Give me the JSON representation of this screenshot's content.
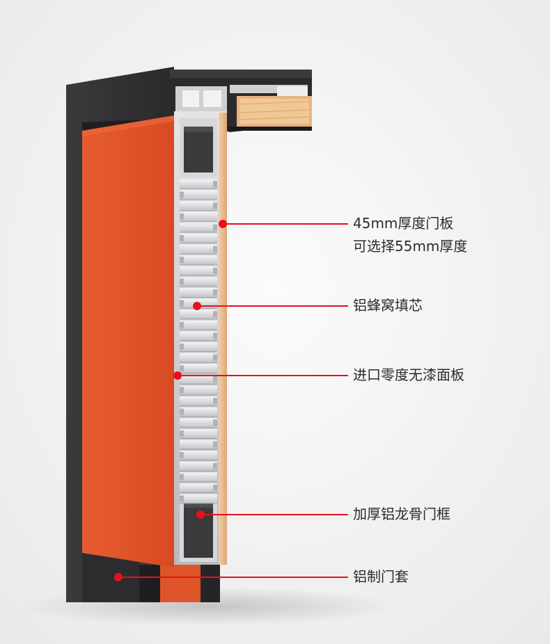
{
  "callouts": [
    {
      "id": "door-panel",
      "lines": [
        "45mm厚度门板",
        "可选择55mm厚度"
      ]
    },
    {
      "id": "honeycomb-core",
      "lines": [
        "铝蜂窝填芯"
      ]
    },
    {
      "id": "face-panel",
      "lines": [
        "进口零度无漆面板"
      ]
    },
    {
      "id": "aluminum-frame",
      "lines": [
        "加厚铝龙骨门框"
      ]
    },
    {
      "id": "door-casing",
      "lines": [
        "铝制门套"
      ]
    }
  ],
  "colors": {
    "background": "#f3f3f3",
    "frame_dark": "#2e2e30",
    "panel_orange": "#e0542a",
    "wood_edge": "#e7b98a",
    "aluminum": "#cfd0d2",
    "callout_red": "#e8101a"
  }
}
